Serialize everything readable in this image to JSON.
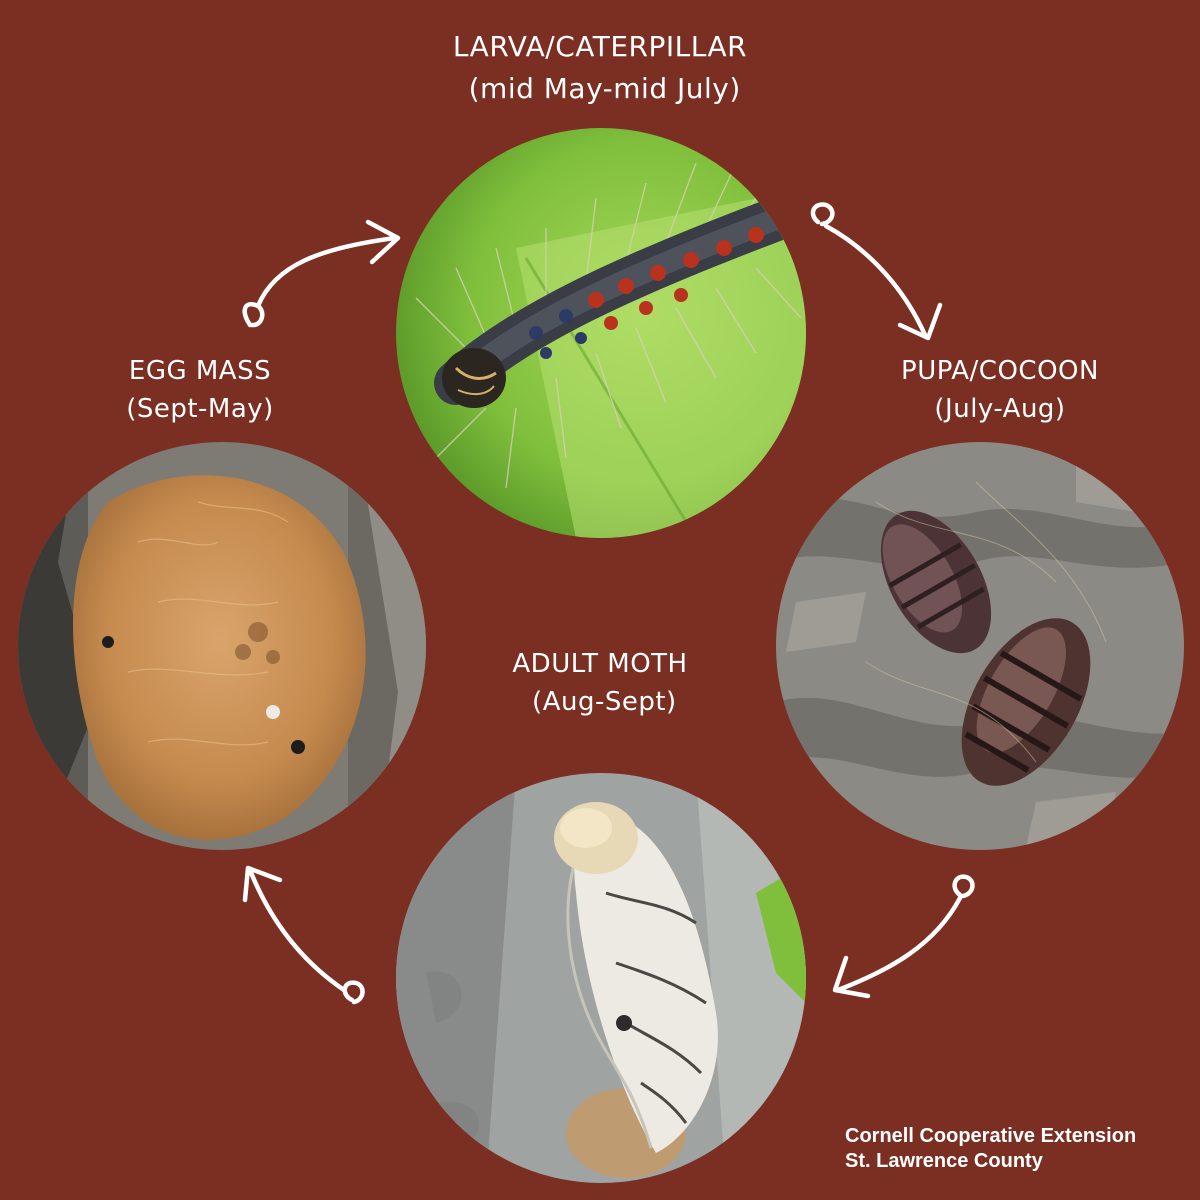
{
  "stages": {
    "larva": {
      "title": "LARVA/CATERPILLAR",
      "period": " (mid May-mid July)"
    },
    "pupa": {
      "title": "PUPA/COCOON",
      "period": "(July-Aug)"
    },
    "adult": {
      "title": "ADULT MOTH",
      "period": " (Aug-Sept)"
    },
    "egg": {
      "title": "EGG MASS",
      "period": "(Sept-May)"
    }
  },
  "credit": {
    "line1": "Cornell Cooperative Extension",
    "line2": "St. Lawrence County"
  },
  "colors": {
    "background": "#7b2e22",
    "text": "#ffffff",
    "arrow": "#ffffff"
  },
  "icons": [
    "cycle-arrow-icon"
  ]
}
